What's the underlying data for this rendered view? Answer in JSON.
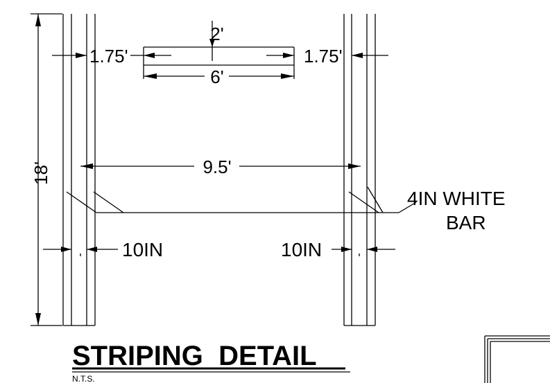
{
  "drawing": {
    "title": "STRIPING  DETAIL",
    "scale_note": "N.T.S.",
    "dimensions": {
      "stall_length": "18'",
      "bar_height": "2'",
      "left_offset": "1.75'",
      "right_offset": "1.75'",
      "bar_width": "6'",
      "stall_width": "9.5'",
      "left_stripe_width": "10IN",
      "right_stripe_width": "10IN"
    },
    "callout": {
      "line1": "4IN WHITE",
      "line2": "BAR"
    }
  }
}
